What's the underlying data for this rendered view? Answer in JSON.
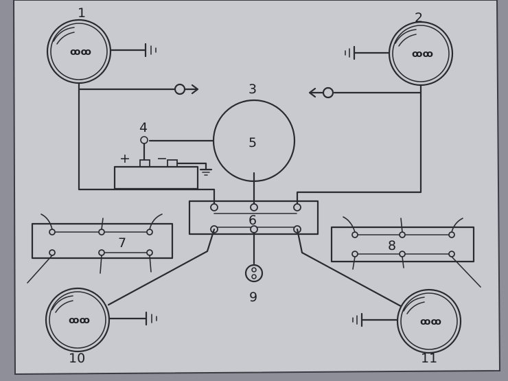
{
  "labels": {
    "n1": "1",
    "n2": "2",
    "n3": "3",
    "n4": "4",
    "n5": "5",
    "n6": "6",
    "n7": "7",
    "n8": "8",
    "n9": "9",
    "n10": "10",
    "n11": "11"
  },
  "battery": {
    "plus": "+",
    "minus": "−"
  },
  "colors": {
    "paper": "#c9c9d0",
    "ink": "#2a2a30",
    "background": "#8f8f9a"
  }
}
